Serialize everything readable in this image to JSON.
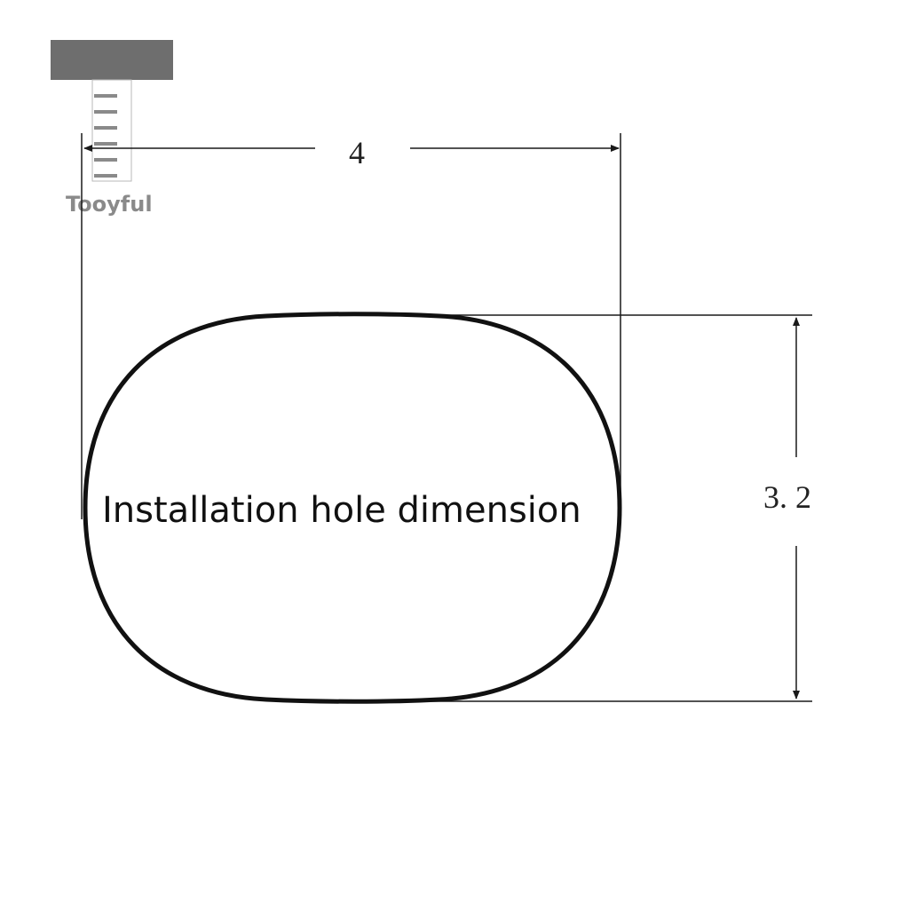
{
  "brand": {
    "name": "Tooyful"
  },
  "dimensions": {
    "width_label": "4",
    "height_label": "3. 2"
  },
  "caption": "Installation hole dimension",
  "colors": {
    "outline": "#111111",
    "logo": "#6e6e6e",
    "logo_text": "#8a8a8a",
    "background": "#ffffff"
  }
}
